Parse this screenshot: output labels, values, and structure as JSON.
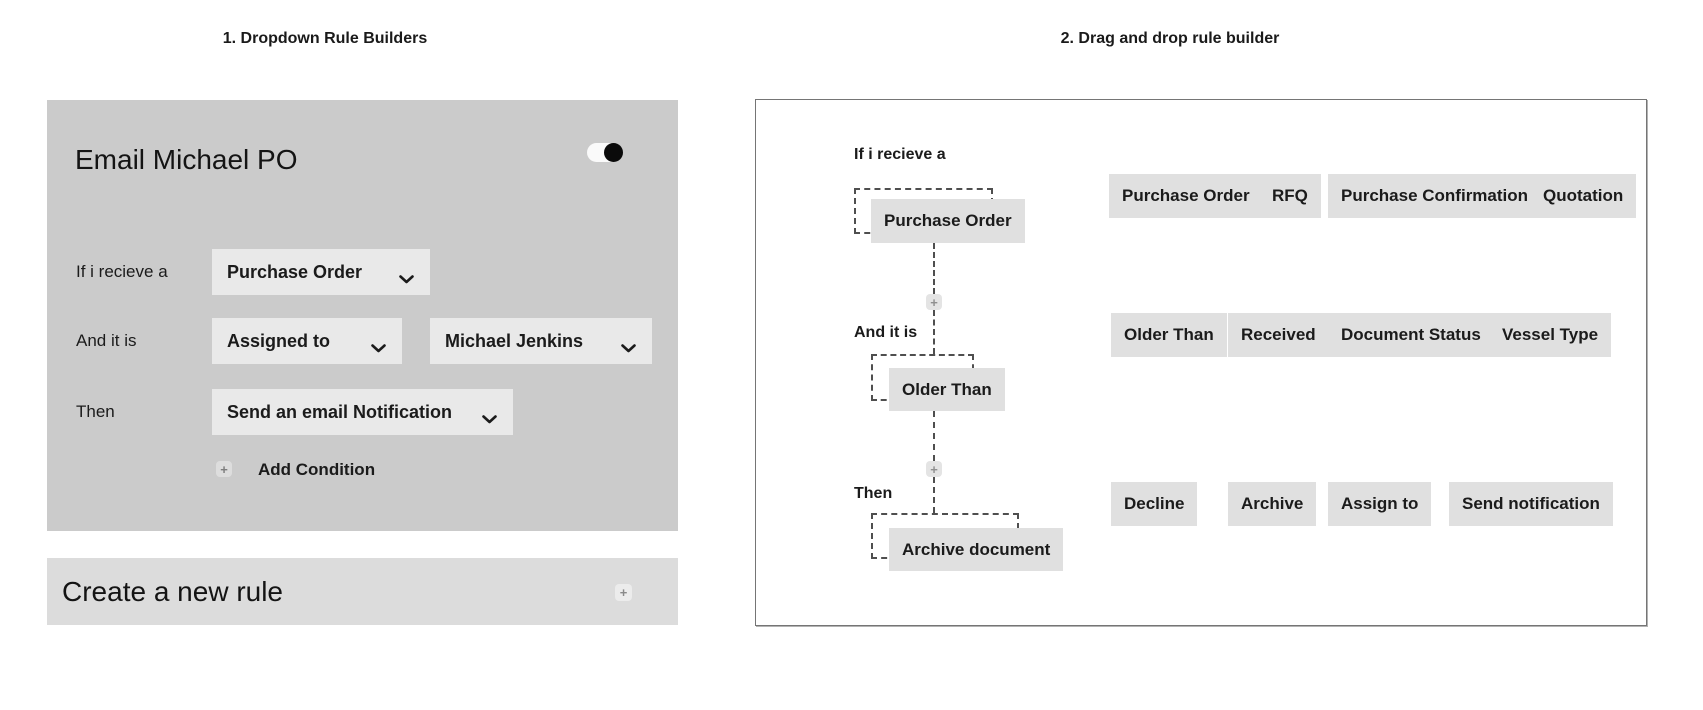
{
  "left_section": {
    "title": "1. Dropdown Rule Builders",
    "rule_card": {
      "title": "Email Michael PO",
      "toggle": {
        "state": "on"
      },
      "rows": [
        {
          "label": "If i recieve a",
          "selects": [
            {
              "value": "Purchase Order"
            }
          ]
        },
        {
          "label": "And it is",
          "selects": [
            {
              "value": "Assigned to"
            },
            {
              "value": "Michael Jenkins"
            }
          ]
        },
        {
          "label": "Then",
          "selects": [
            {
              "value": "Send an email Notification"
            }
          ]
        }
      ],
      "add_condition": {
        "icon": "+",
        "label": "Add Condition"
      }
    },
    "create_rule_bar": {
      "label": "Create a new rule",
      "icon": "+"
    }
  },
  "right_section": {
    "title": "2. Drag and drop rule builder",
    "flow": {
      "add_step_icon": "+",
      "steps": [
        {
          "label": "If i recieve a",
          "value": "Purchase Order"
        },
        {
          "label": "And it is",
          "value": "Older Than"
        },
        {
          "label": "Then",
          "value": "Archive document"
        }
      ]
    },
    "palette": {
      "rows": [
        [
          "Purchase Order",
          "RFQ",
          "Purchase Confirmation",
          "Quotation"
        ],
        [
          "Older Than",
          "Received",
          "Document Status",
          "Vessel Type"
        ],
        [
          "Decline",
          "Archive",
          "Assign to",
          "Send notification"
        ]
      ]
    }
  },
  "colors": {
    "card_bg": "#cbcbcb",
    "select_bg": "#e9e9e9",
    "create_bar_bg": "#dcdcdc",
    "chip_bg": "#e0e0e0",
    "panel_border": "#757575",
    "text": "#1b1b1b",
    "toggle_track": "#fafafa",
    "toggle_knob": "#0a0a0a"
  }
}
